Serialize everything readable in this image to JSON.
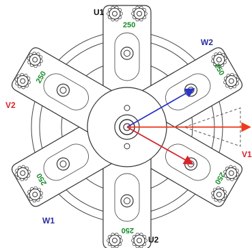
{
  "diagram": {
    "labels": {
      "u1": "U1",
      "u2": "U2",
      "v1": "V1",
      "v2": "V2",
      "w1": "W1",
      "w2": "W2"
    },
    "dimension_text": "250",
    "colors": {
      "u_label": "#111111",
      "v_label": "#d9232b",
      "w_label": "#2b2fa0",
      "dimension": "#1a8a2a",
      "arrow_blue": "#2b35c8",
      "arrow_red": "#d9232b",
      "arrow_orange": "#ee3a1c",
      "line": "#333333"
    }
  }
}
